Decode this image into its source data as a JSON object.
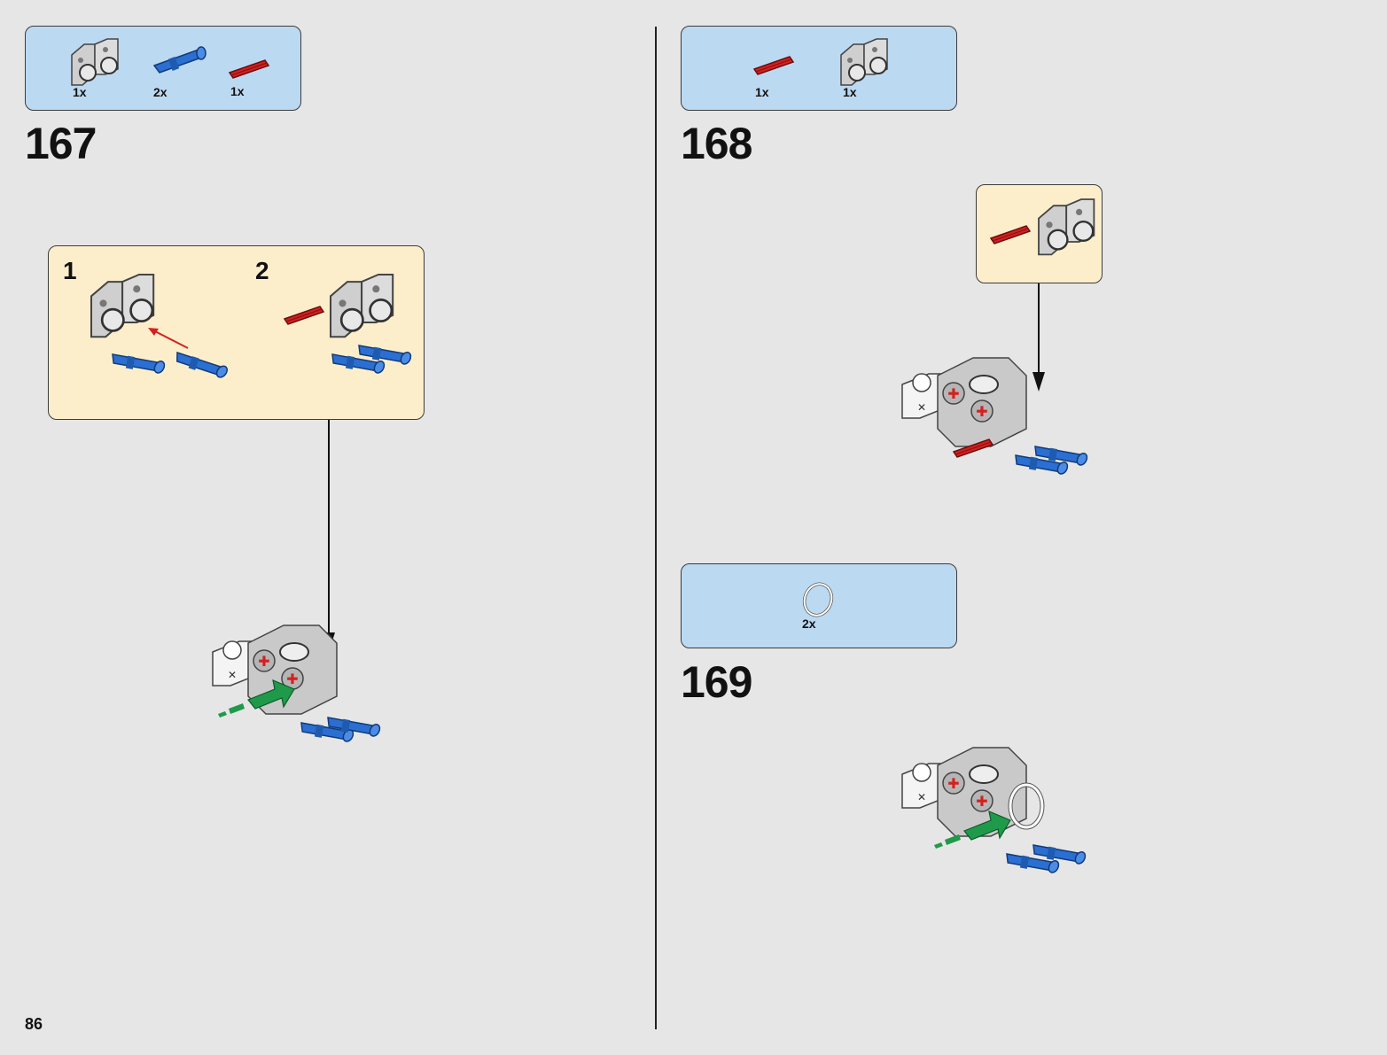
{
  "page_number": "86",
  "steps": [
    {
      "number": "167",
      "parts": [
        {
          "icon": "gray-double-connector-icon",
          "qty": "1x"
        },
        {
          "icon": "blue-pin-icon",
          "qty": "2x"
        },
        {
          "icon": "red-axle-icon",
          "qty": "1x"
        }
      ],
      "substeps": [
        "1",
        "2"
      ]
    },
    {
      "number": "168",
      "parts": [
        {
          "icon": "red-axle-icon",
          "qty": "1x"
        },
        {
          "icon": "gray-double-connector-icon",
          "qty": "1x"
        }
      ]
    },
    {
      "number": "169",
      "parts": [
        {
          "icon": "white-rubber-ring-icon",
          "qty": "2x"
        }
      ]
    }
  ],
  "colors": {
    "background": "#e6e6e6",
    "parts_box": "#bcd9f2",
    "subassembly_box": "#fdeecb",
    "brick_gray": "#c9c9c9",
    "pin_blue": "#2a6fd1",
    "axle_red": "#d42020",
    "arrow_green": "#1f9a4a"
  }
}
